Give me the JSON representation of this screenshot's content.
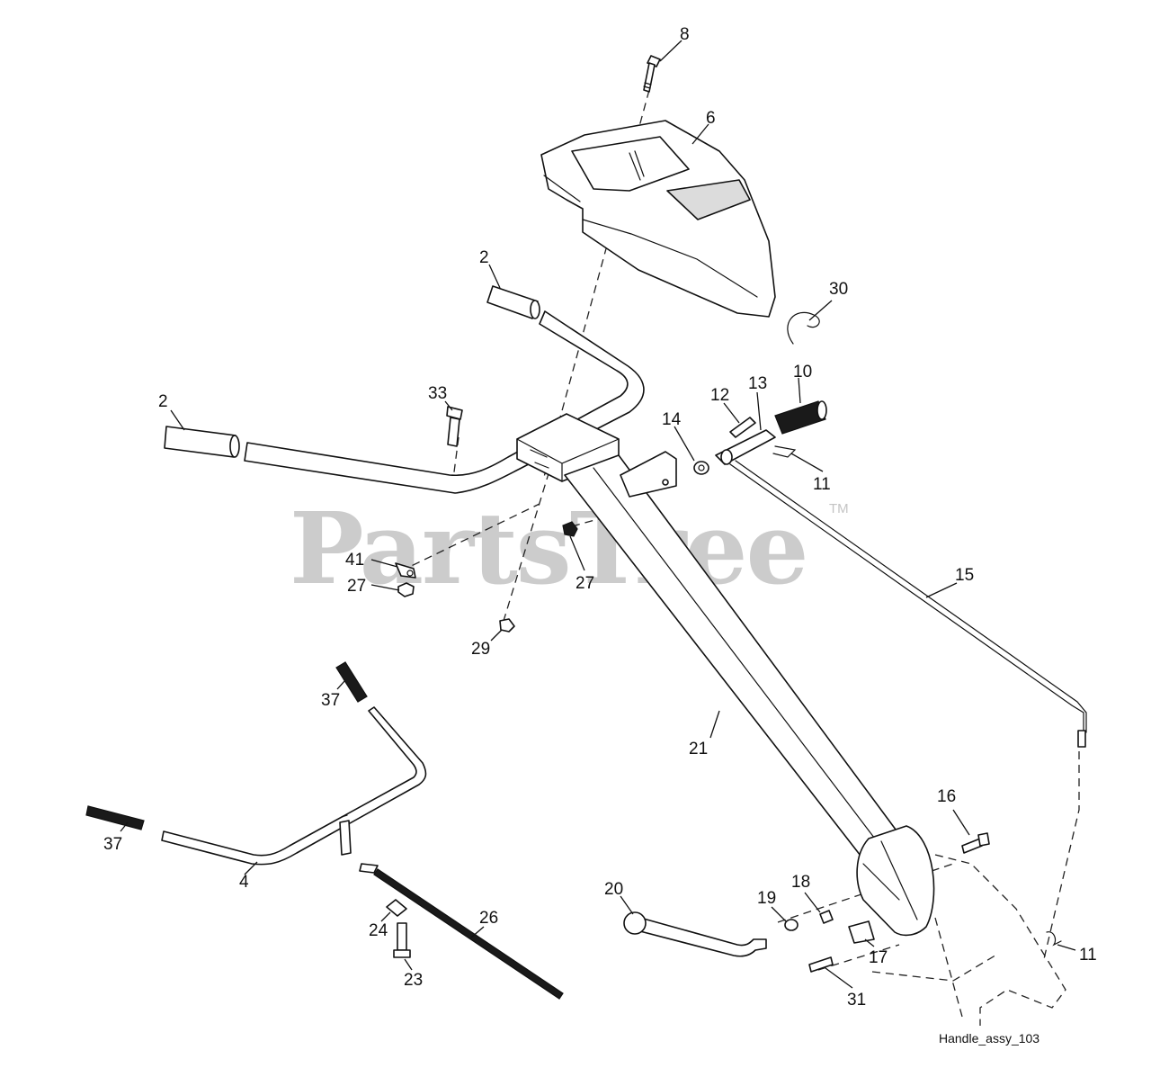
{
  "watermark": {
    "text": "PartsTree",
    "tm": "TM"
  },
  "caption": "Handle_assy_103",
  "callouts": [
    {
      "id": "c8",
      "text": "8"
    },
    {
      "id": "c6",
      "text": "6"
    },
    {
      "id": "c2a",
      "text": "2"
    },
    {
      "id": "c30",
      "text": "30"
    },
    {
      "id": "c2b",
      "text": "2"
    },
    {
      "id": "c33",
      "text": "33"
    },
    {
      "id": "c10",
      "text": "10"
    },
    {
      "id": "c13",
      "text": "13"
    },
    {
      "id": "c12",
      "text": "12"
    },
    {
      "id": "c14",
      "text": "14"
    },
    {
      "id": "c11a",
      "text": "11"
    },
    {
      "id": "c41",
      "text": "41"
    },
    {
      "id": "c27a",
      "text": "27"
    },
    {
      "id": "c27b",
      "text": "27"
    },
    {
      "id": "c15",
      "text": "15"
    },
    {
      "id": "c29",
      "text": "29"
    },
    {
      "id": "c37a",
      "text": "37"
    },
    {
      "id": "c21",
      "text": "21"
    },
    {
      "id": "c37b",
      "text": "37"
    },
    {
      "id": "c16",
      "text": "16"
    },
    {
      "id": "c4",
      "text": "4"
    },
    {
      "id": "c20",
      "text": "20"
    },
    {
      "id": "c18",
      "text": "18"
    },
    {
      "id": "c19",
      "text": "19"
    },
    {
      "id": "c26",
      "text": "26"
    },
    {
      "id": "c24",
      "text": "24"
    },
    {
      "id": "c17",
      "text": "17"
    },
    {
      "id": "c11b",
      "text": "11"
    },
    {
      "id": "c23",
      "text": "23"
    },
    {
      "id": "c31",
      "text": "31"
    }
  ]
}
